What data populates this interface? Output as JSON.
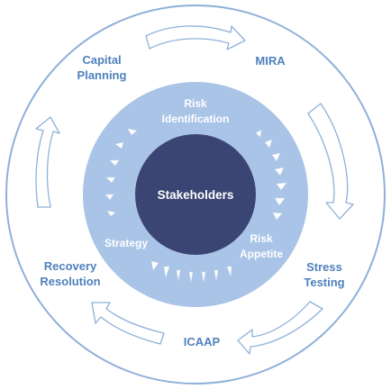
{
  "center": {
    "label": "Stakeholders"
  },
  "inner_ring": {
    "risk_identification": [
      "Risk",
      "Identification"
    ],
    "risk_appetite": [
      "Risk",
      "Appetite"
    ],
    "strategy": "Strategy"
  },
  "outer_ring": {
    "capital_planning": [
      "Capital",
      "Planning"
    ],
    "mira": "MIRA",
    "stress_testing": [
      "Stress",
      "Testing"
    ],
    "icaap": "ICAAP",
    "recovery_resolution": [
      "Recovery",
      "Resolution"
    ]
  },
  "colors": {
    "outer_circle_stroke": "#8fb0da",
    "inner_ring_fill": "#a9c4e6",
    "center_fill": "#3b4573",
    "outer_label": "#4f81bd",
    "arrow_stroke": "#8fb0da"
  }
}
